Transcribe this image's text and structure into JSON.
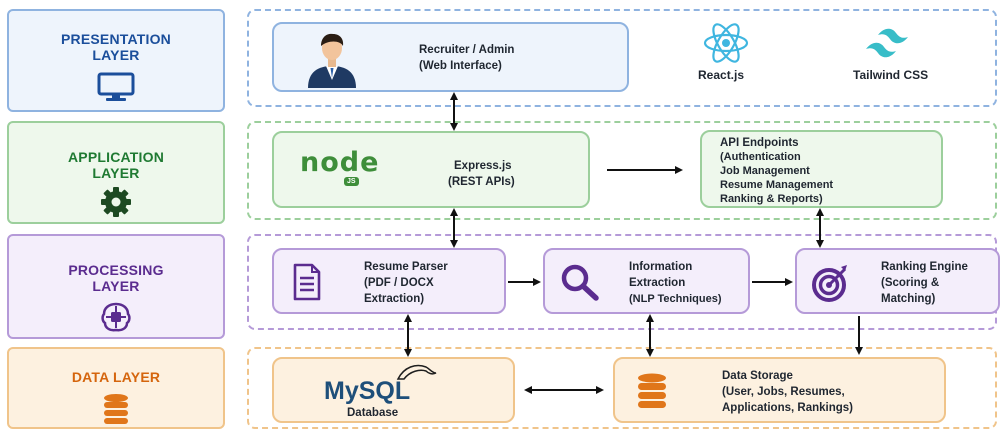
{
  "layers": [
    {
      "title": "PRESENTATION\nLAYER",
      "color": "#1b4e9b",
      "icon": "monitor-icon"
    },
    {
      "title": "APPLICATION\nLAYER",
      "color": "#1f7a32",
      "icon": "gear-icon"
    },
    {
      "title": "PROCESSING\nLAYER",
      "color": "#5b2c8f",
      "icon": "brain-chip-icon"
    },
    {
      "title": "DATA LAYER",
      "color": "#d5650d",
      "icon": "database-icon"
    }
  ],
  "presentation": {
    "recruiter_title": "Recruiter / Admin",
    "recruiter_sub": "(Web Interface)",
    "react_label": "React.js",
    "tailwind_label": "Tailwind CSS"
  },
  "application": {
    "node_logo": "node",
    "node_badge": "JS",
    "express_title": "Express.js",
    "express_sub": "(REST APIs)",
    "api_title": "API Endpoints",
    "api_items": [
      "(Authentication",
      "Job Management",
      "Resume Management",
      "Ranking & Reports)"
    ]
  },
  "processing": {
    "parser_title": "Resume Parser",
    "parser_sub1": "(PDF / DOCX",
    "parser_sub2": "Extraction)",
    "info_title1": "Information",
    "info_title2": "Extraction",
    "info_sub": "(NLP Techniques)",
    "rank_title": "Ranking Engine",
    "rank_sub1": "(Scoring &",
    "rank_sub2": "Matching)"
  },
  "data": {
    "mysql_logo": "MySQL",
    "mysql_sub": "Database",
    "storage_title": "Data Storage",
    "storage_sub1": "(User, Jobs, Resumes,",
    "storage_sub2": "Applications, Rankings)"
  },
  "colors": {
    "blue_border": "#8fb3e0",
    "blue_fill": "#eef4fc",
    "green_border": "#9ccf9c",
    "green_fill": "#eef8ec",
    "purple_border": "#b59ad8",
    "purple_fill": "#f4eefb",
    "orange_border": "#f0c48a",
    "orange_fill": "#fdf1e0",
    "react": "#3fb6e0",
    "tailwind": "#38bdc8"
  }
}
